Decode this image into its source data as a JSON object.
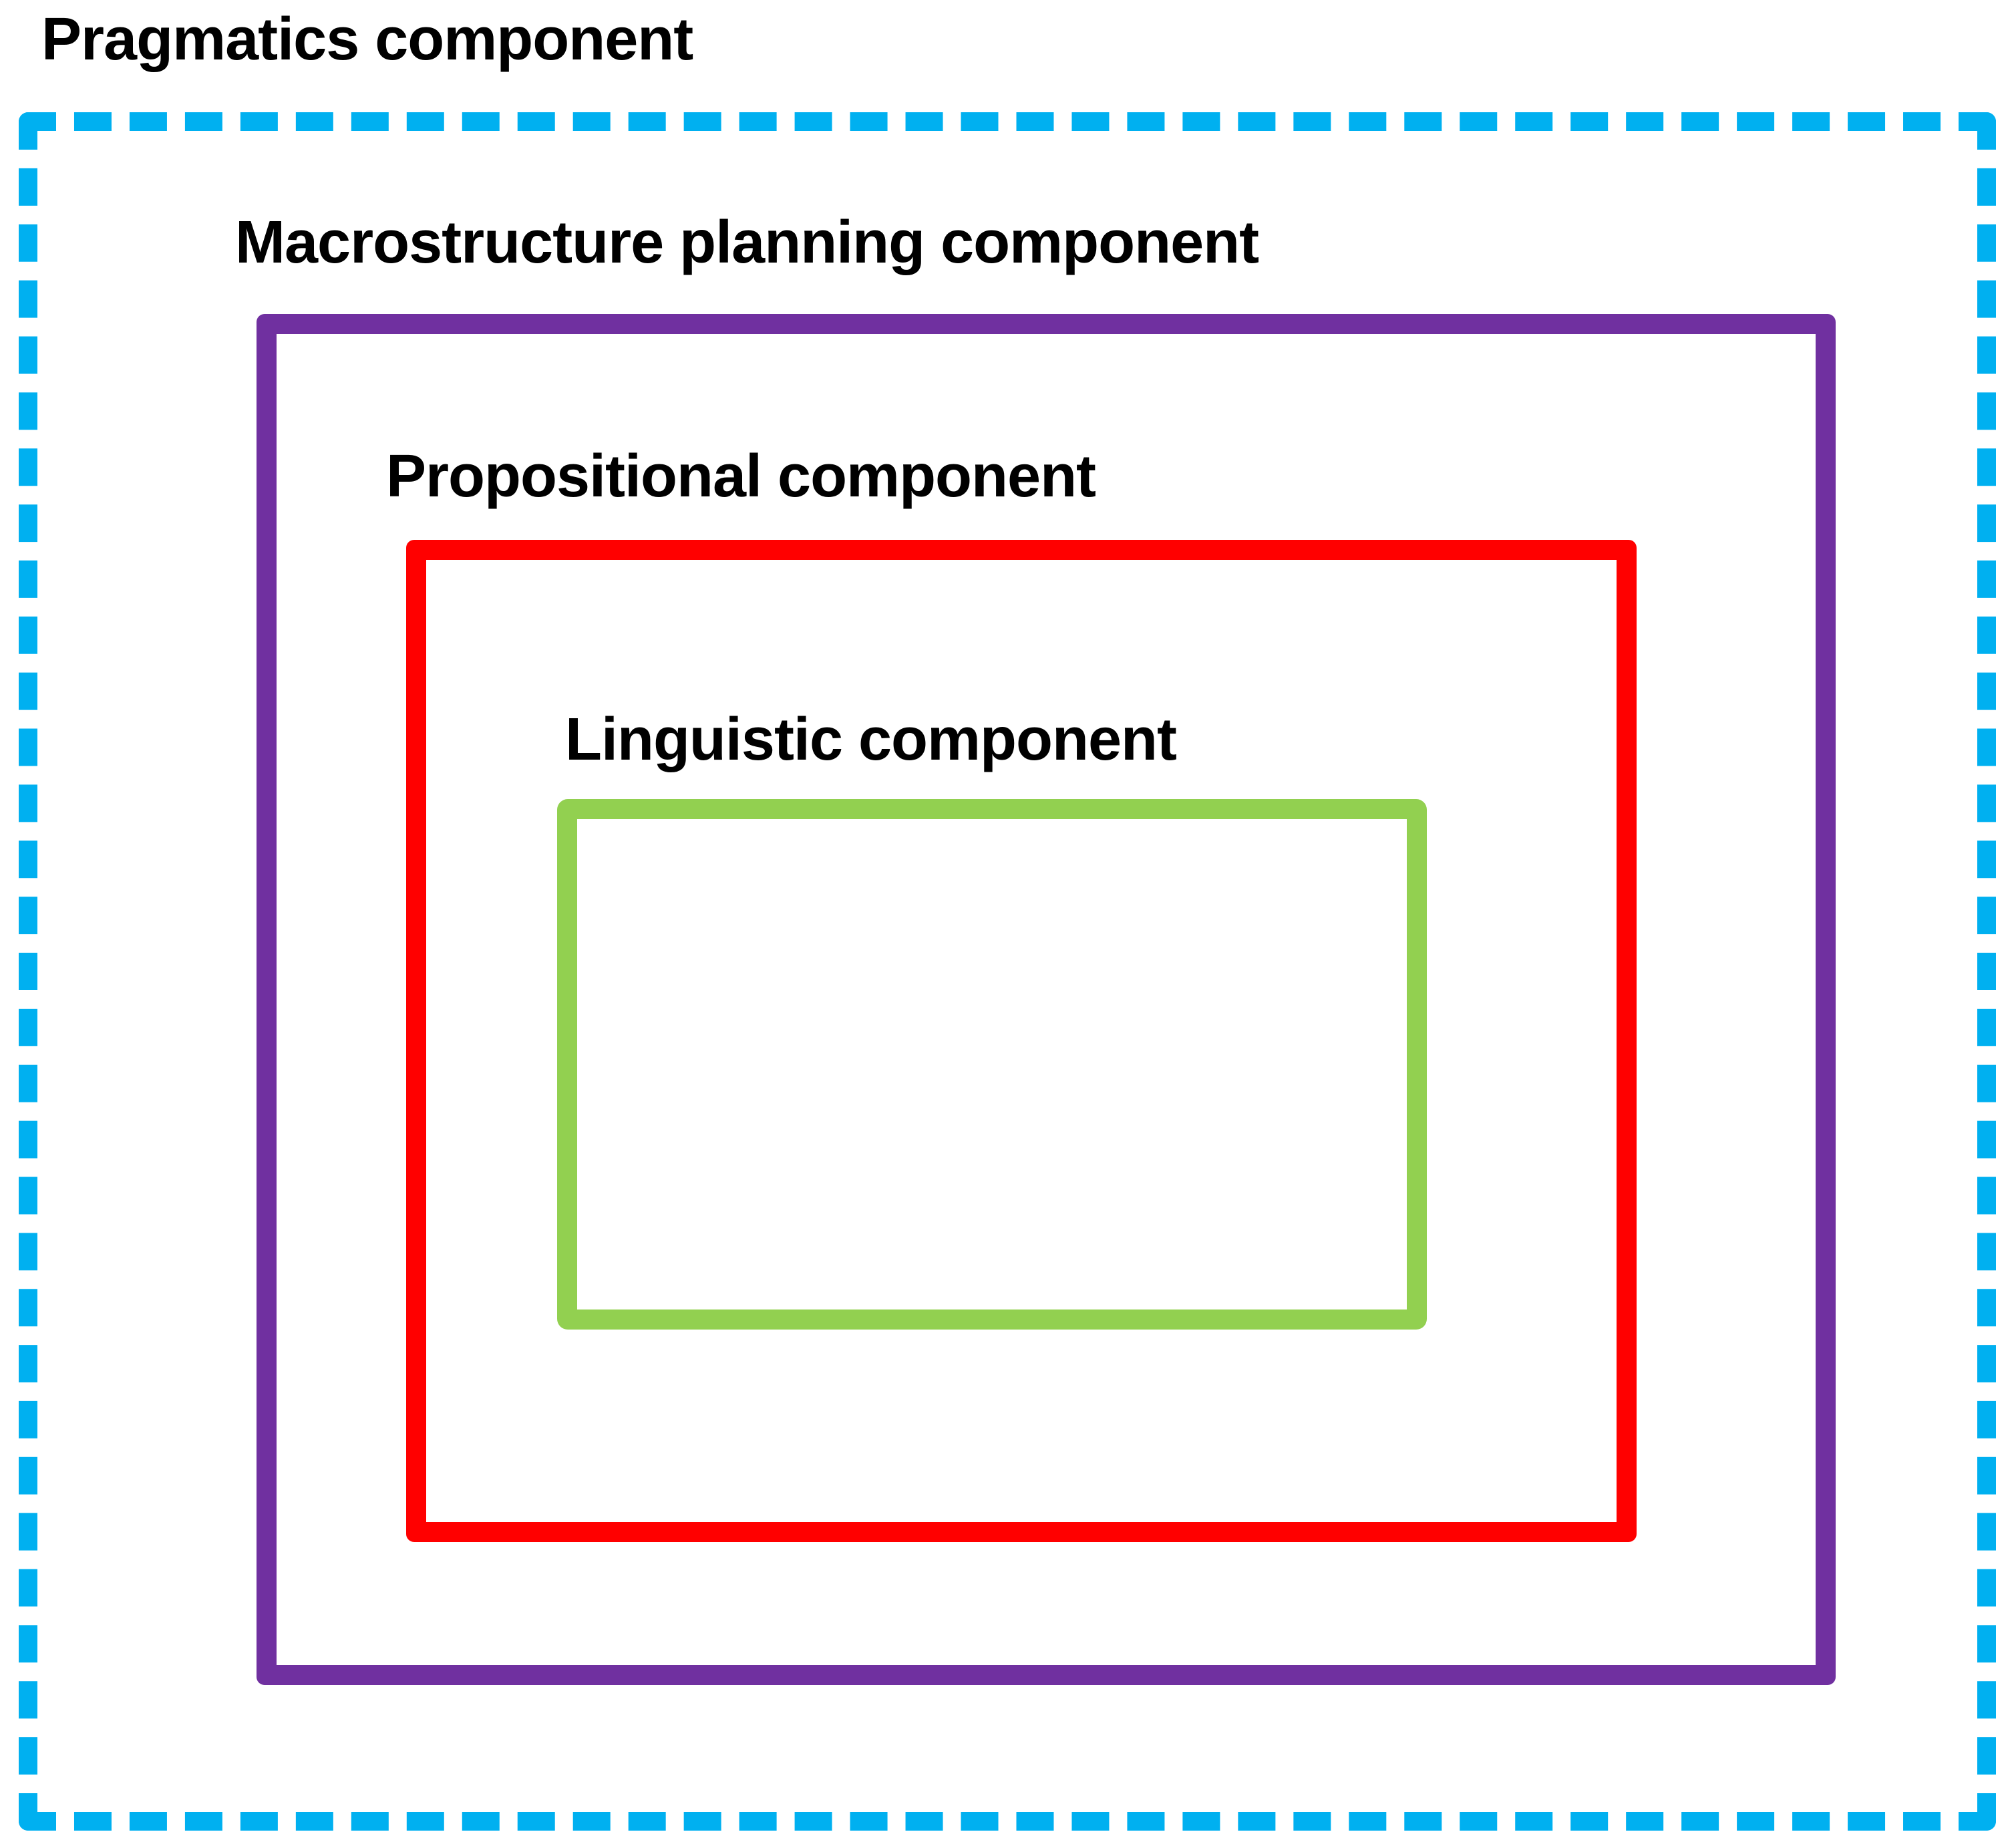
{
  "colors": {
    "pragmatics": "#00b0f0",
    "macrostructure": "#7030a0",
    "propositional": "#ff0000",
    "linguistic": "#92d050"
  },
  "labels": {
    "pragmatics": "Pragmatics component",
    "macrostructure": "Macrostructure planning component",
    "propositional": "Propositional component",
    "linguistic": "Linguistic component"
  }
}
